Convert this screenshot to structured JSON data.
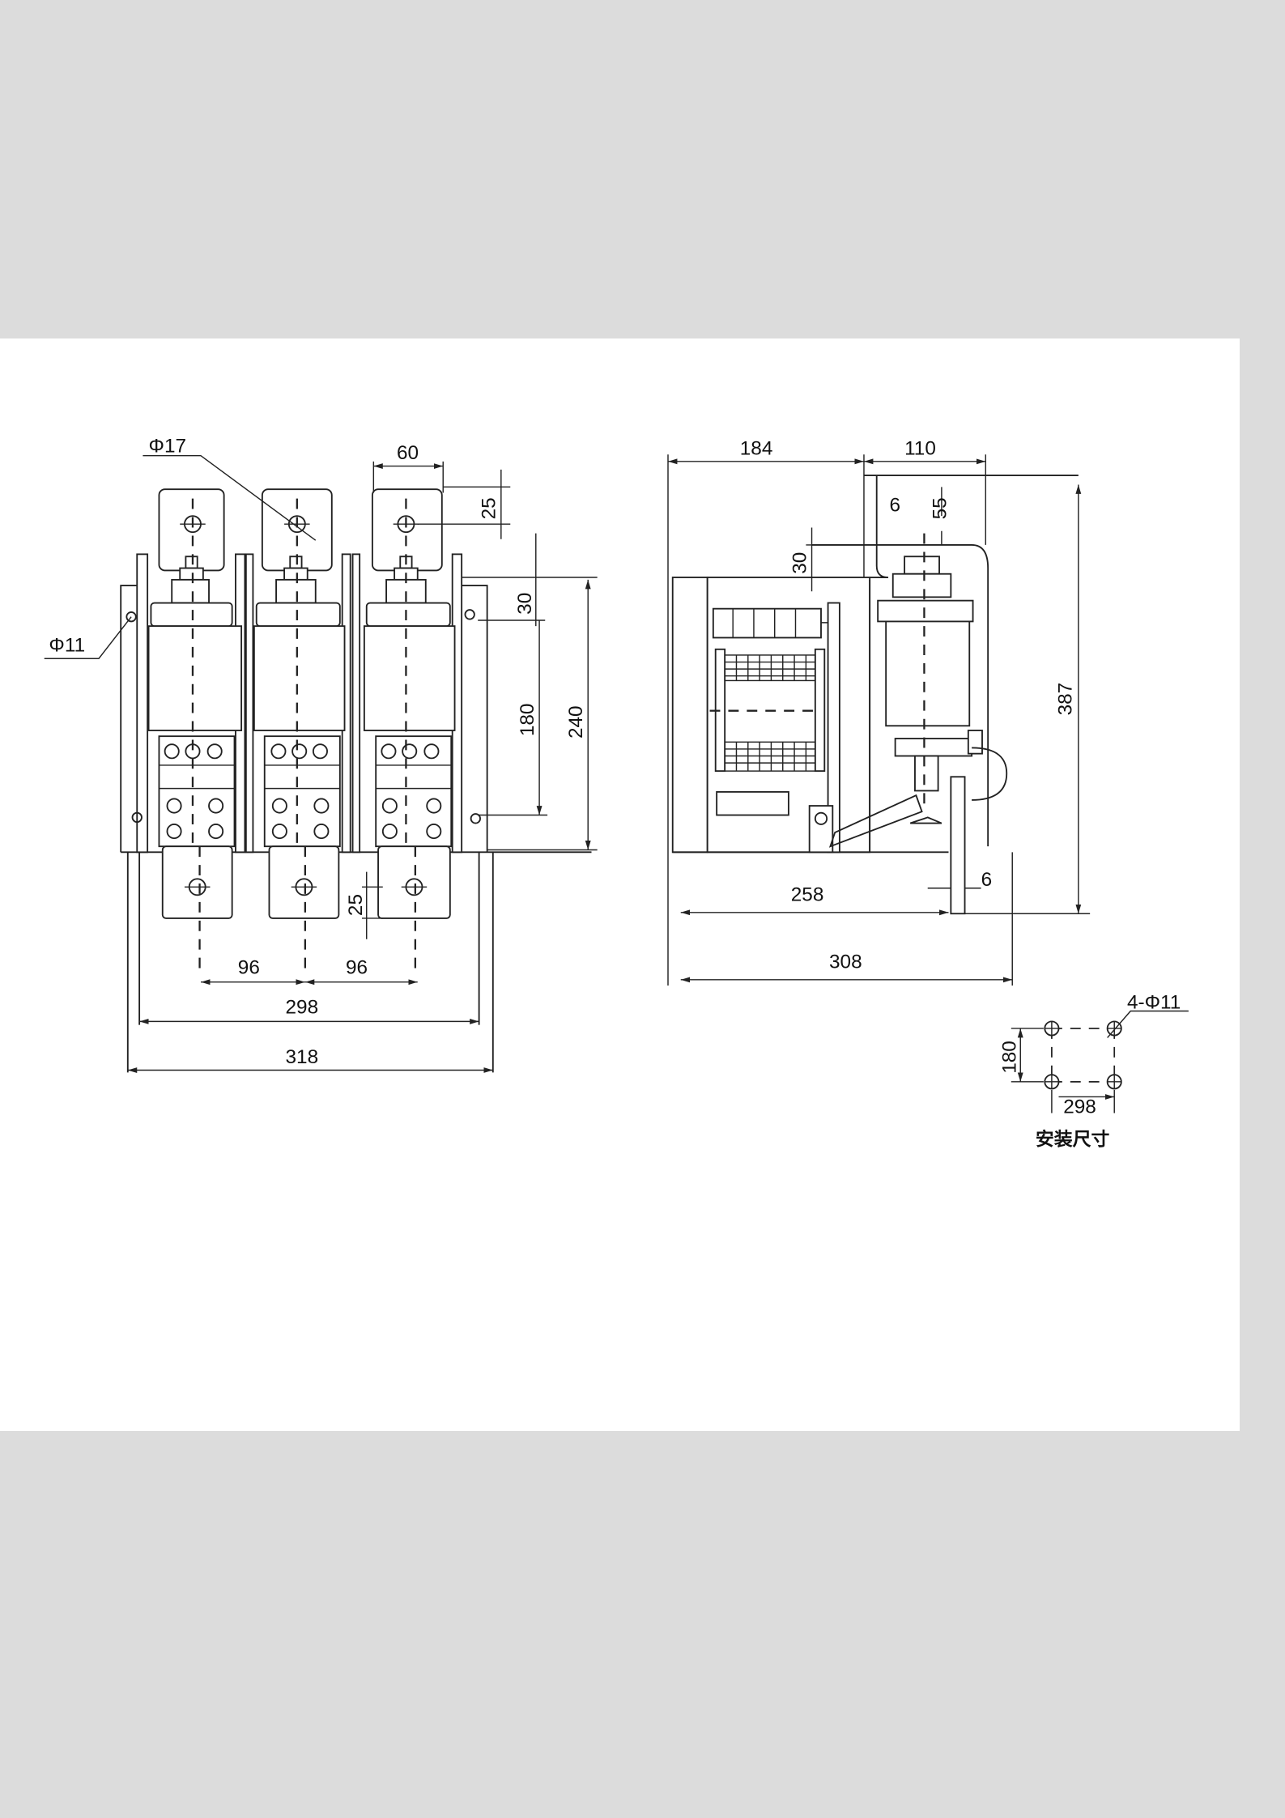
{
  "front_view": {
    "hole_top_label": "Φ17",
    "hole_side_label": "Φ11",
    "terminal_width": "60",
    "top_offset": "25",
    "upper_gap": "30",
    "mount_height": "180",
    "overall_height": "240",
    "bottom_offset": "25",
    "pitch_left": "96",
    "pitch_right": "96",
    "mount_width": "298",
    "overall_width": "318"
  },
  "side_view": {
    "depth_front": "184",
    "depth_rear": "110",
    "plate_thickness_top": "6",
    "top_offset": "55",
    "step_height": "30",
    "overall_height": "387",
    "base_length": "258",
    "plate_thickness_bottom": "6",
    "overall_length": "308"
  },
  "mounting": {
    "holes_label": "4-Φ11",
    "height": "180",
    "width": "298",
    "caption": "安装尺寸"
  }
}
